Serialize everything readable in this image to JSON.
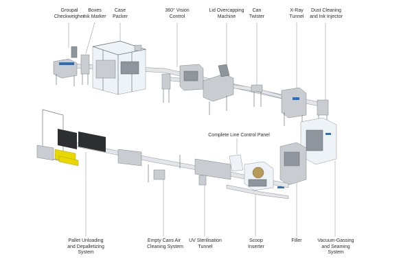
{
  "colors": {
    "background": "#ffffff",
    "text": "#2b2b2b",
    "leader": "#9a9a9a",
    "metal": "#c9ccd0",
    "accent_blue": "#2a6fb7",
    "pallet_yellow": "#e9d800"
  },
  "labels": {
    "groupal_checkweigher": [
      "Groupal",
      "Checkweigher"
    ],
    "boxes_ink_marker": [
      "Boxes",
      "Ink Marker"
    ],
    "case_packer": [
      "Case",
      "Packer"
    ],
    "vision_control": [
      "360° Vision",
      "Control"
    ],
    "lid_overcapping": [
      "Lid Overcapping",
      "Machine"
    ],
    "can_twister": [
      "Can",
      "Twister"
    ],
    "xray_tunnel": [
      "X-Ray",
      "Tunnel"
    ],
    "dust_cleaning": [
      "Dust Cleaning",
      "and Ink Injector"
    ],
    "control_panel": [
      "Complete Line Control Panel"
    ],
    "pallet_unloading": [
      "Pallet Unloading",
      "and Depalletizing",
      "System"
    ],
    "empty_cans_air": [
      "Empty Cans Air",
      "Cleaning System"
    ],
    "uv_sterilisation": [
      "UV Sterilisation",
      "Tunnel"
    ],
    "scoop_inserter": [
      "Scoop",
      "Inserter"
    ],
    "filler": [
      "Filler"
    ],
    "vacuum_gassing": [
      "Vacuum-Gassing",
      "and Seaming",
      "System"
    ]
  }
}
